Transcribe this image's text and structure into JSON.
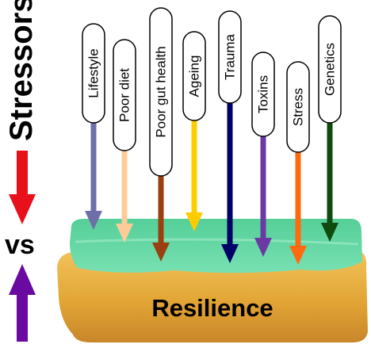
{
  "side": {
    "stressors_label": "Stressors",
    "vs_label": "vs",
    "down_arrow_color": "#e8111b",
    "up_arrow_color": "#6a0aa0"
  },
  "base": {
    "label": "Resilience",
    "top_color": "#5fd7a2",
    "body_color": "#e7a836"
  },
  "stressors": [
    {
      "label": "Lifestyle",
      "color": "#6e6fa8"
    },
    {
      "label": "Poor diet",
      "color": "#ffcc99"
    },
    {
      "label": "Poor gut health",
      "color": "#9a4010"
    },
    {
      "label": "Ageing",
      "color": "#ffcc00"
    },
    {
      "label": "Trauma",
      "color": "#000066"
    },
    {
      "label": "Toxins",
      "color": "#6a3aa2"
    },
    {
      "label": "Stress",
      "color": "#ff6a10"
    },
    {
      "label": "Genetics",
      "color": "#0f4a0f"
    }
  ]
}
